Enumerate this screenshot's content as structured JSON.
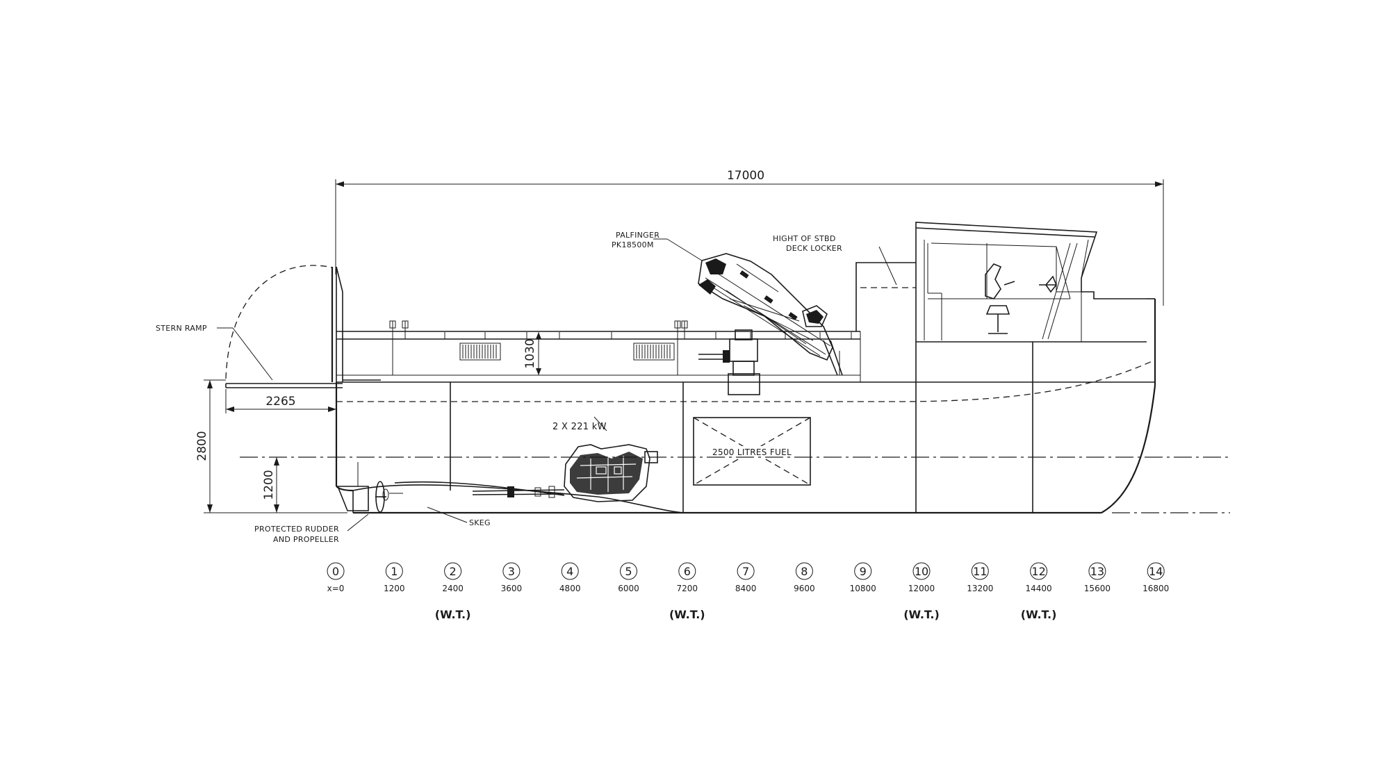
{
  "dimensions": {
    "overall_length": "17000",
    "stern_ramp_length": "2265",
    "depth": "2800",
    "waterline_height": "1200",
    "bulwark_height": "1030"
  },
  "labels": {
    "stern_ramp": "STERN RAMP",
    "crane_line1": "PALFINGER",
    "crane_line2": "PK18500M",
    "locker_line1": "HIGHT OF STBD",
    "locker_line2": "DECK LOCKER",
    "engine": "2 X 221 kW",
    "fuel": "2500 LITRES FUEL",
    "skeg": "SKEG",
    "rudder_line1": "PROTECTED RUDDER",
    "rudder_line2": "AND PROPELLER"
  },
  "frames": [
    {
      "num": "0",
      "pos": "x=0",
      "wt": ""
    },
    {
      "num": "1",
      "pos": "1200",
      "wt": ""
    },
    {
      "num": "2",
      "pos": "2400",
      "wt": "(W.T.)"
    },
    {
      "num": "3",
      "pos": "3600",
      "wt": ""
    },
    {
      "num": "4",
      "pos": "4800",
      "wt": ""
    },
    {
      "num": "5",
      "pos": "6000",
      "wt": ""
    },
    {
      "num": "6",
      "pos": "7200",
      "wt": "(W.T.)"
    },
    {
      "num": "7",
      "pos": "8400",
      "wt": ""
    },
    {
      "num": "8",
      "pos": "9600",
      "wt": ""
    },
    {
      "num": "9",
      "pos": "10800",
      "wt": ""
    },
    {
      "num": "10",
      "pos": "12000",
      "wt": "(W.T.)"
    },
    {
      "num": "11",
      "pos": "13200",
      "wt": ""
    },
    {
      "num": "12",
      "pos": "14400",
      "wt": "(W.T.)"
    },
    {
      "num": "13",
      "pos": "15600",
      "wt": ""
    },
    {
      "num": "14",
      "pos": "16800",
      "wt": ""
    }
  ]
}
